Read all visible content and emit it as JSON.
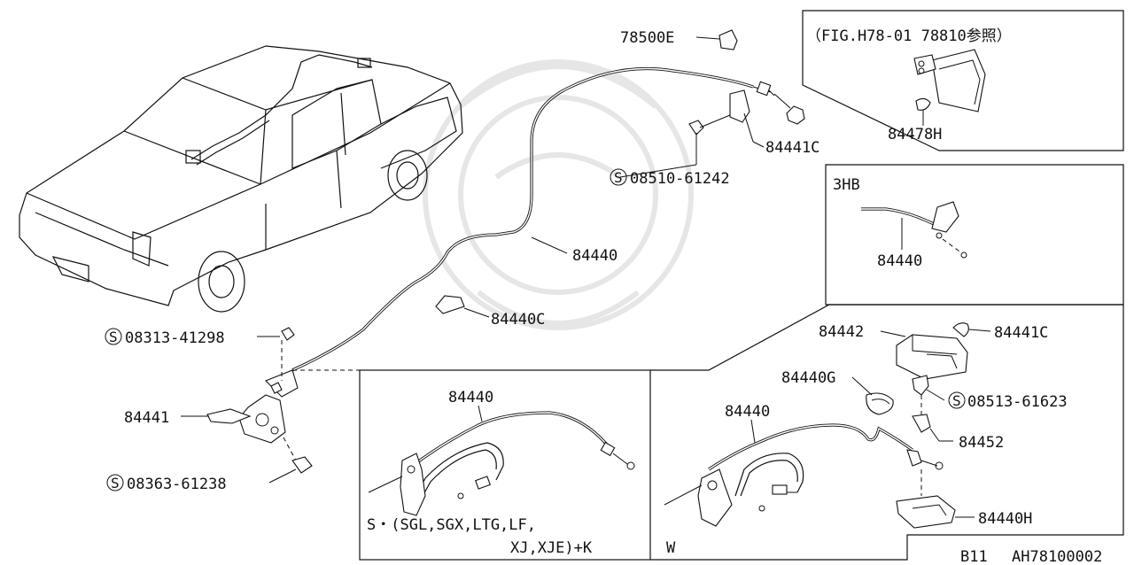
{
  "labels": {
    "p78500e": "78500E",
    "fig_ref": "（FIG.H78-01 78810参照）",
    "p84478h": "84478H",
    "p84441c_top": "84441C",
    "s08510": "08510-61242",
    "p84440_main": "84440",
    "p84440c": "84440C",
    "s08313": "08313-41298",
    "p84441": "84441",
    "s08363": "08363-61238",
    "hb_title": "3HB",
    "p84440_hb": "84440",
    "p84442": "84442",
    "p84441c_right": "84441C",
    "p84440g": "84440G",
    "s08513": "08513-61623",
    "p84440_w": "84440",
    "p84452": "84452",
    "p84440h": "84440H",
    "w_title": "W",
    "p84440_s": "84440",
    "s_line1": "S・(SGL,SGX,LTG,LF,",
    "s_line2": "XJ,XJE)+K",
    "page_code": "B11",
    "diagram_code": "AH78100002"
  },
  "symbols": {
    "standard_part_mark": "S"
  }
}
